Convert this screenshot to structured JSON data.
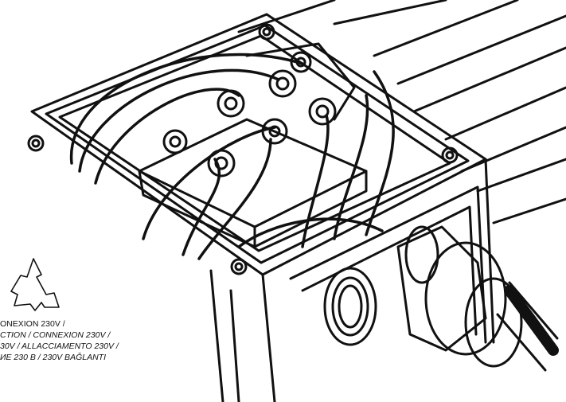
{
  "caption": {
    "lines": [
      "ONEXION 230V /",
      "CTION / CONNEXION 230V /",
      "30V / ALLACCIAMENTO 230V /",
      "ИЕ 230 В / 230V BAĞLANTI"
    ]
  },
  "symbol": {
    "name": "delta-connection-icon"
  }
}
